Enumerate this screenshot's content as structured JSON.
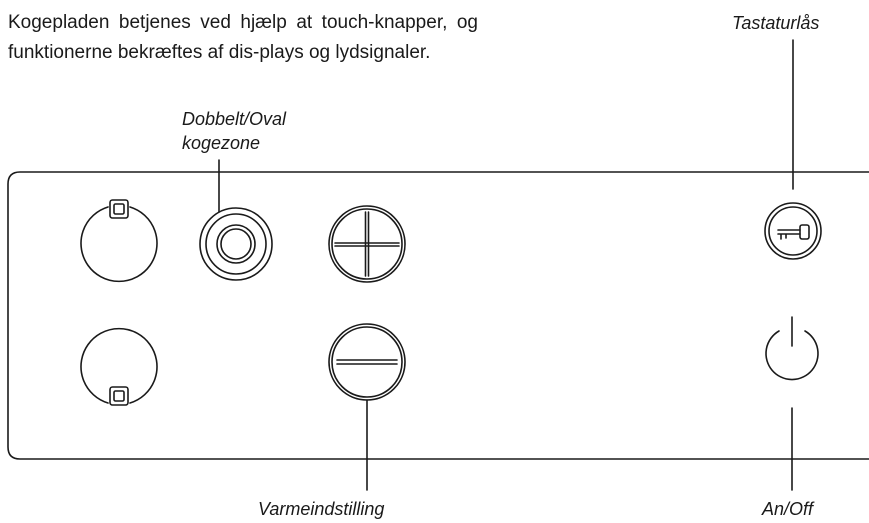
{
  "intro_text": "Kogepladen betjenes ved hjælp at touch-knapper, og funktionerne bekræftes af dis-plays og lydsignaler.",
  "labels": {
    "dobbelt_oval": "Dobbelt/Oval kogezone",
    "tastaturlaas": "Tastaturlås",
    "varmeindstilling": "Varmeindstilling",
    "an_off": "An/Off"
  },
  "icons": {
    "zone_top": "zone-selector-top-icon",
    "zone_bottom": "zone-selector-bottom-icon",
    "dual_zone": "dual-oval-zone-icon",
    "plus": "plus-icon",
    "minus": "minus-icon",
    "key": "key-lock-icon",
    "power": "power-icon"
  },
  "colors": {
    "line": "#1a1a1a",
    "background": "#ffffff"
  }
}
